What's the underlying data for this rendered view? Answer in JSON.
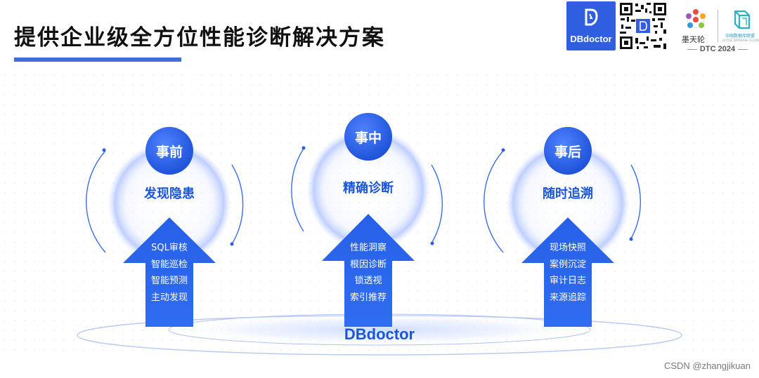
{
  "header": {
    "title": "提供企业级全方位性能诊断解决方案"
  },
  "logos": {
    "dbdoctor": "DBdoctor",
    "motianlun": "墨天轮",
    "alliance_cn": "中国数据库联盟",
    "alliance_en": "ACTIVE DATABASE ALLIANCE",
    "event": "DTC 2024"
  },
  "phases": [
    {
      "tag": "事前",
      "goal": "发现隐患",
      "items": [
        "SQL审核",
        "智能巡检",
        "智能预测",
        "主动发现"
      ]
    },
    {
      "tag": "事中",
      "goal": "精确诊断",
      "items": [
        "性能洞察",
        "根因诊断",
        "锁透视",
        "索引推荐"
      ]
    },
    {
      "tag": "事后",
      "goal": "随时追溯",
      "items": [
        "现场快照",
        "案例沉淀",
        "审计日志",
        "来源追踪"
      ]
    }
  ],
  "platform": "DBdoctor",
  "watermark": "CSDN @zhangjikuan",
  "colors": {
    "primary": "#1c56d8",
    "title_bar": "#3d6fd8",
    "brand_bg": "#2f5fe0"
  }
}
